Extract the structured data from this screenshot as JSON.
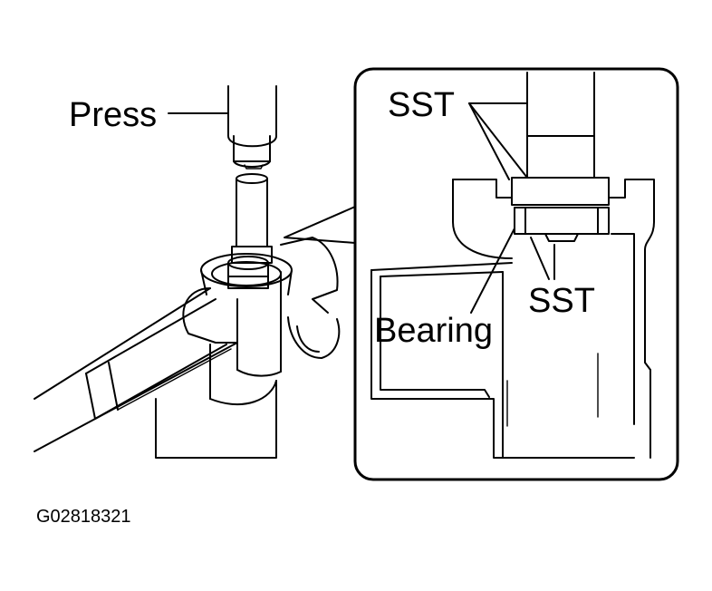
{
  "labels": {
    "press": "Press",
    "sst_top": "SST",
    "sst_bottom": "SST",
    "bearing": "Bearing",
    "figure_id": "G02818321"
  },
  "colors": {
    "ink": "#000000",
    "paper": "#ffffff"
  }
}
